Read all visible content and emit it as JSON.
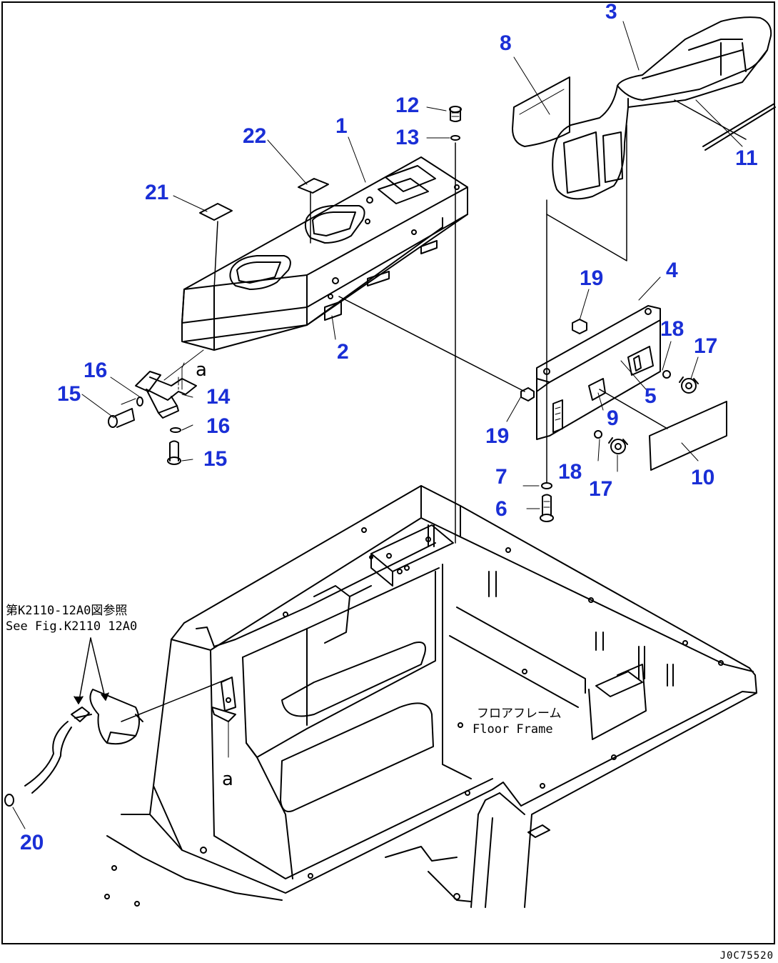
{
  "callouts": {
    "p1": "1",
    "p2": "2",
    "p3": "3",
    "p4": "4",
    "p5": "5",
    "p6": "6",
    "p7": "7",
    "p8": "8",
    "p9": "9",
    "p10": "10",
    "p11": "11",
    "p12": "12",
    "p13": "13",
    "p14": "14",
    "p15a": "15",
    "p15b": "15",
    "p16a": "16",
    "p16b": "16",
    "p17a": "17",
    "p17b": "17",
    "p18a": "18",
    "p18b": "18",
    "p19a": "19",
    "p19b": "19",
    "p20": "20",
    "p21": "21",
    "p22": "22"
  },
  "notes": {
    "ref_jp": "第K2110-12A0図参照",
    "ref_en": "See Fig.K2110 12A0",
    "floor_jp": "フロアフレーム",
    "floor_en": "Floor Frame",
    "mark_a1": "a",
    "mark_a2": "a"
  },
  "figure_code": "J0C75520",
  "colors": {
    "callout": "#1a2fd6",
    "line": "#000000"
  }
}
